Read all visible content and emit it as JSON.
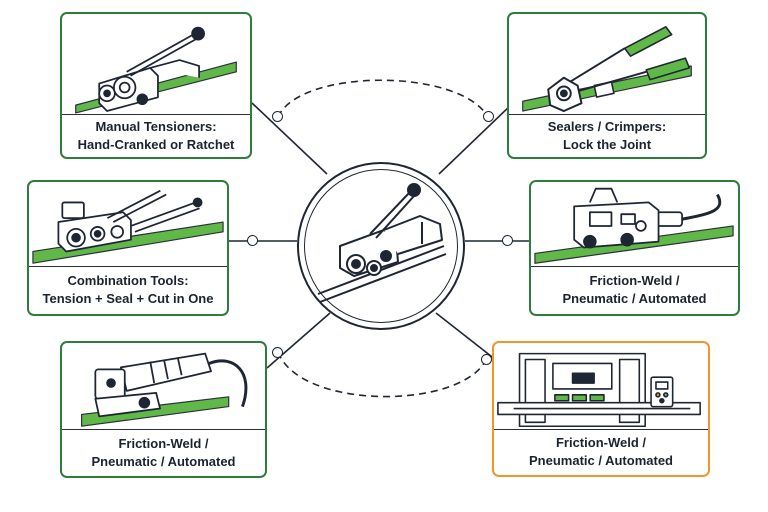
{
  "colors": {
    "accent_green": "#2e7d3a",
    "highlight_orange": "#f0962a",
    "ink": "#1f2633",
    "strap_green": "#5fb848"
  },
  "hub": {
    "icon": "manual-strapping-tensioner-icon"
  },
  "cards": [
    {
      "id": "manual-tensioners",
      "icon": "manual-tensioner-icon",
      "line1": "Manual Tensioners:",
      "line2": "Hand-Cranked or Ratchet",
      "highlighted": false
    },
    {
      "id": "sealers-crimpers",
      "icon": "sealer-crimper-icon",
      "line1": "Sealers / Crimpers:",
      "line2": "Lock the Joint",
      "highlighted": false
    },
    {
      "id": "combination-tools",
      "icon": "combination-tool-icon",
      "line1": "Combination Tools:",
      "line2": "Tension + Seal + Cut in One",
      "highlighted": false
    },
    {
      "id": "friction-weld-1",
      "icon": "friction-weld-tool-icon",
      "line1": "Friction-Weld /",
      "line2": "Pneumatic / Automated",
      "highlighted": false
    },
    {
      "id": "friction-weld-2",
      "icon": "pneumatic-tool-icon",
      "line1": "Friction-Weld /",
      "line2": "Pneumatic / Automated",
      "highlighted": false
    },
    {
      "id": "friction-weld-3",
      "icon": "automated-strapping-machine-icon",
      "line1": "Friction-Weld /",
      "line2": "Pneumatic / Automated",
      "highlighted": true
    }
  ]
}
